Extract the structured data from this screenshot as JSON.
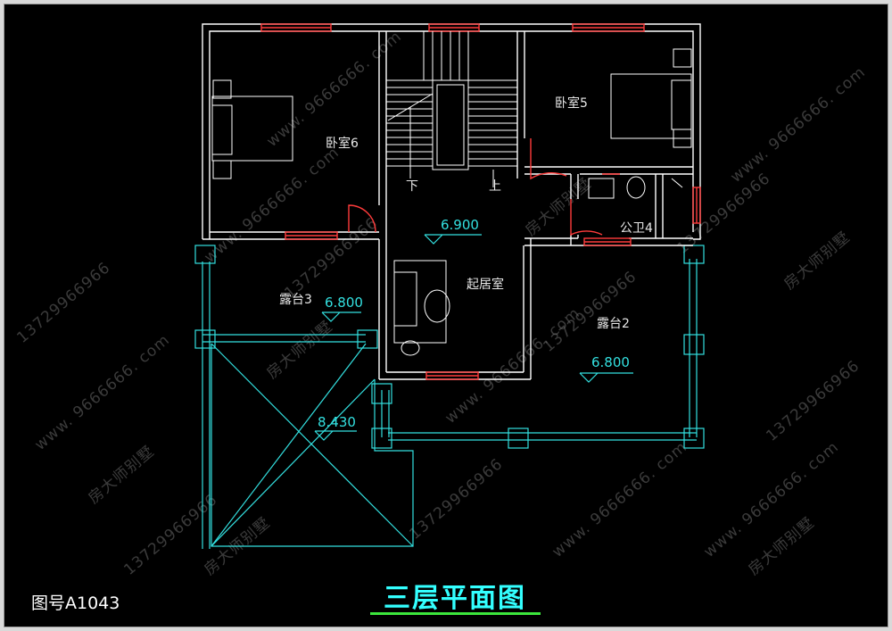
{
  "drawing": {
    "number_label": "图号A1043",
    "title": "三层平面图",
    "rooms": {
      "bedroom6": "卧室6",
      "bedroom5": "卧室5",
      "living": "起居室",
      "bathroom4": "公卫4",
      "terrace3": "露台3",
      "terrace2": "露台2"
    },
    "elevations": {
      "hall": "6.900",
      "terrace3": "6.800",
      "terrace2": "6.800",
      "roof": "8.430"
    },
    "stair_labels": {
      "down": "下",
      "up": "上"
    },
    "watermark": {
      "phone": "13729966966",
      "site": "www. 9666666. com",
      "brand": "房大师别墅"
    },
    "colors": {
      "background": "#000000",
      "walls": "#ffffff",
      "windows": "#ff3b3b",
      "terrace_lines": "#33e0e0",
      "title": "#33ffff",
      "title_underline": "#3ce63c"
    }
  }
}
